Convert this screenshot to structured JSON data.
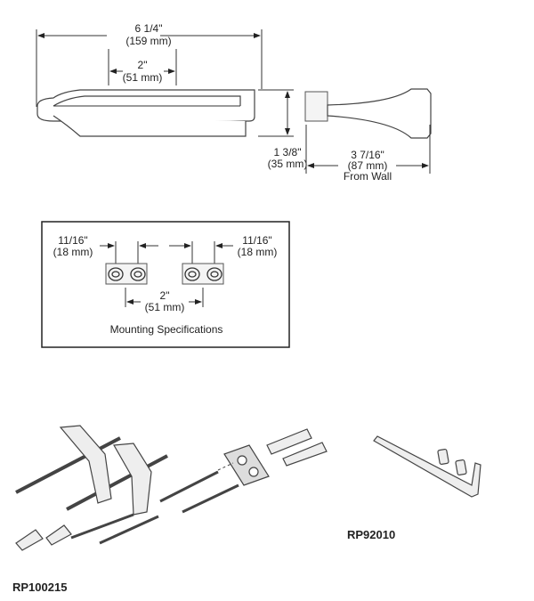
{
  "dimensions": {
    "overall_length": {
      "in": "6 1/4\"",
      "mm": "(159 mm)"
    },
    "slot_length": {
      "in": "2\"",
      "mm": "(51 mm)"
    },
    "height": {
      "in": "1 3/8\"",
      "mm": "(35 mm)"
    },
    "projection": {
      "in": "3 7/16\"",
      "mm": "(87 mm)",
      "note": "From Wall"
    }
  },
  "mounting": {
    "title": "Mounting Specifications",
    "left_offset": {
      "in": "11/16\"",
      "mm": "(18 mm)"
    },
    "right_offset": {
      "in": "11/16\"",
      "mm": "(18 mm)"
    },
    "center": {
      "in": "2\"",
      "mm": "(51 mm)"
    }
  },
  "kits": {
    "hardware_kit": "RP100215",
    "wrench_kit": "RP92010"
  }
}
